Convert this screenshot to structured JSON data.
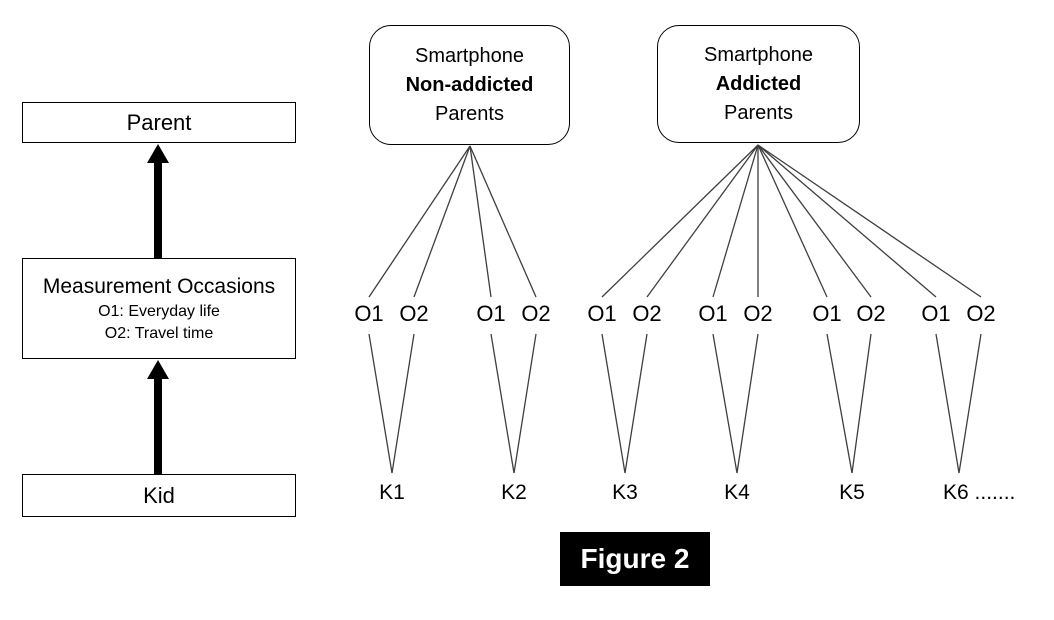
{
  "caption": "Figure 2",
  "left_panel": {
    "parent_label": "Parent",
    "measurement_title": "Measurement Occasions",
    "measurement_sub1": "O1: Everyday life",
    "measurement_sub2": "O2: Travel time",
    "kid_label": "Kid"
  },
  "groups": [
    {
      "line1": "Smartphone",
      "line2": "Non-addicted",
      "line3": "Parents"
    },
    {
      "line1": "Smartphone",
      "line2": "Addicted",
      "line3": "Parents"
    }
  ],
  "occasion_pairs": [
    {
      "o1": "O1",
      "o2": "O2"
    },
    {
      "o1": "O1",
      "o2": "O2"
    },
    {
      "o1": "O1",
      "o2": "O2"
    },
    {
      "o1": "O1",
      "o2": "O2"
    },
    {
      "o1": "O1",
      "o2": "O2"
    },
    {
      "o1": "O1",
      "o2": "O2"
    }
  ],
  "kid_labels": [
    "K1",
    "K2",
    "K3",
    "K4",
    "K5",
    "K6 ......."
  ],
  "colors": {
    "line": "#3f3f3f",
    "arrow": "#000000",
    "text": "#000000",
    "caption_bg": "#000000",
    "caption_fg": "#ffffff"
  }
}
